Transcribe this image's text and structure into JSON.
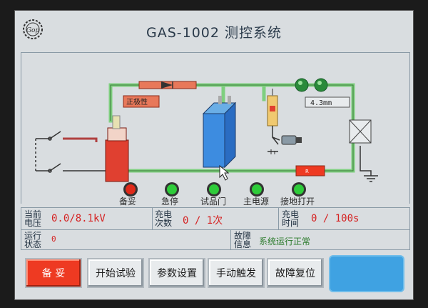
{
  "header": {
    "title": "GAS-1002 测控系统",
    "logo_text": "Gop"
  },
  "diagram": {
    "labels": {
      "indicator": "正极性",
      "gap": "4.3mm"
    },
    "lamps": [
      {
        "label": "备妥",
        "color": "#e02a1a"
      },
      {
        "label": "急停",
        "color": "#2ecc3a"
      },
      {
        "label": "试品门",
        "color": "#2ecc3a"
      },
      {
        "label": "主电源",
        "color": "#2ecc3a"
      },
      {
        "label": "接地打开",
        "color": "#2ecc3a"
      }
    ]
  },
  "info": {
    "voltage_label": "当前电压",
    "voltage_value": "0.0/8.1kV",
    "charge_label": "充电次数",
    "charge_value": "0 / 1次",
    "time_label": "充电时间",
    "time_value": "0 / 100s",
    "run_label": "运行状态",
    "run_value": "0",
    "fault_label": "故障信息",
    "fault_value": "系统运行正常"
  },
  "buttons": [
    {
      "label": "备 妥"
    },
    {
      "label": "开始试验"
    },
    {
      "label": "参数设置"
    },
    {
      "label": "手动触发"
    },
    {
      "label": "故障复位"
    }
  ],
  "colors": {
    "accent": "#ee3a22",
    "pipe": "#7fcf7f",
    "brand": "#3fa2e2"
  }
}
